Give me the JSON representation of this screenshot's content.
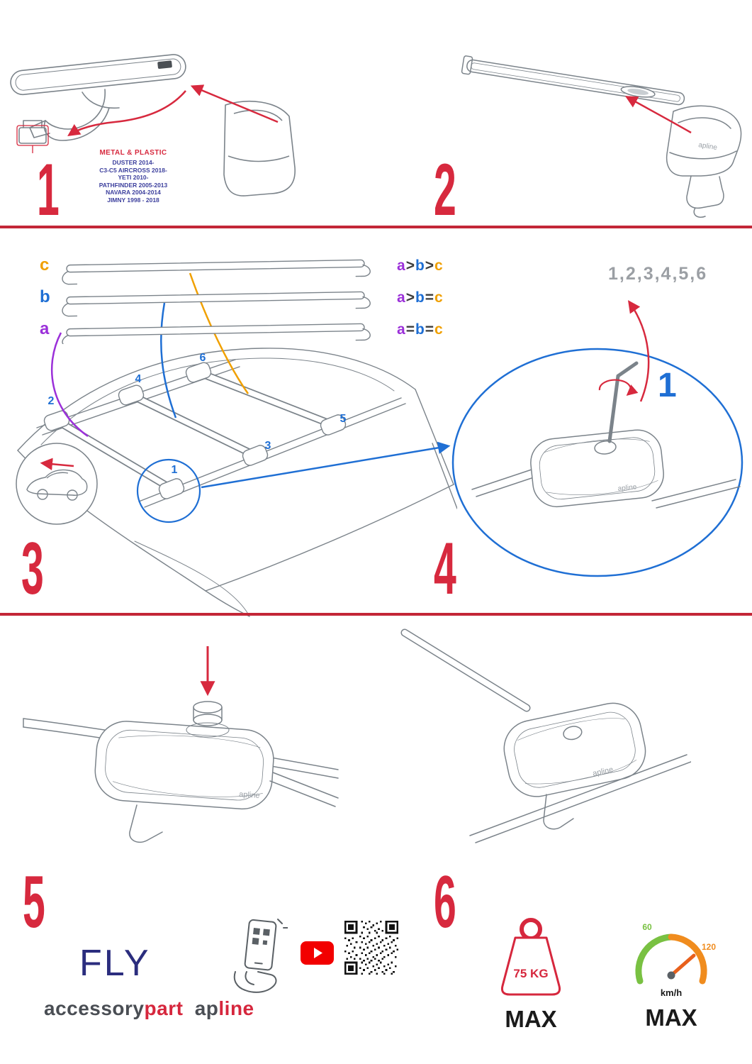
{
  "page": {
    "bg": "#ffffff"
  },
  "colors": {
    "accent_red": "#d7293e",
    "divider_red": "#c32637",
    "blue": "#1f6fd4",
    "purple": "#9b30d9",
    "orange": "#f0a000",
    "sequence_gray": "#9b9fa4",
    "navy": "#2b2d7e",
    "models_blue": "#3c3f9d",
    "brand_gray": "#4a4e54",
    "brand_red": "#d6273d"
  },
  "steps": {
    "one": {
      "number": "1",
      "material": "METAL & PLASTIC",
      "models": [
        "DUSTER 2014-",
        "C3-C5 AIRCROSS 2018-",
        "YETI 2010-",
        "PATHFINDER 2005-2013",
        "NAVARA 2004-2014",
        "JIMNY 1998 - 2018"
      ]
    },
    "two": {
      "number": "2"
    },
    "three": {
      "number": "3",
      "bar_labels": {
        "c": "c",
        "b": "b",
        "a": "a"
      },
      "legend": [
        "a>b>c",
        "a>b=c",
        "a=b=c"
      ],
      "positions": [
        "1",
        "2",
        "3",
        "4",
        "5",
        "6"
      ]
    },
    "four": {
      "number": "4",
      "sequence": "1,2,3,4,5,6",
      "callout": "1"
    },
    "five": {
      "number": "5"
    },
    "six": {
      "number": "6"
    }
  },
  "drawing": {
    "brand_small": "apline"
  },
  "footer": {
    "product_name": "FLY",
    "brand": {
      "accessory": "accessory",
      "part": "part",
      "ap": "ap",
      "line": "line"
    },
    "weight": {
      "value": "75 KG",
      "max": "MAX"
    },
    "speed": {
      "low": "60",
      "high": "120",
      "unit": "km/h",
      "max": "MAX"
    }
  }
}
